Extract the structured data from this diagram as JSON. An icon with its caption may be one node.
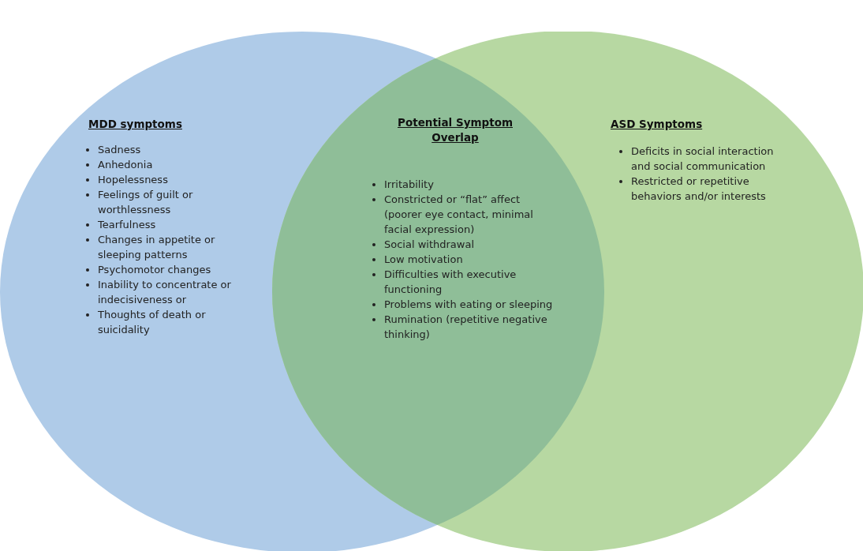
{
  "diagram": {
    "nodes": [
      {
        "text": [
          "MDD symptoms",
          "Sadness",
          "Anhedonia",
          "Hopelessness",
          "Feelings of guilt or worthlessness",
          "Tearfulness",
          "Changes in appetite or sleeping patterns",
          "Psychomotor changes",
          "Inability to concentrate or indecisiveness or",
          "Thoughts of death or suicidality"
        ]
      },
      {
        "text": [
          "ASD Symptoms",
          "Deficits in social interaction and social communication",
          "Restricted or repetitive behaviors and/or interests"
        ]
      },
      {
        "text": [
          "Potential Symptom Overlap",
          "Irritability",
          "Constricted or “flat” affect (poorer eye contact, minimal facial expression)",
          "Social withdrawal",
          "Low motivation",
          "Difficulties with executive functioning",
          "Problems with eating or sleeping",
          "Rumination (repetitive negative thinking)"
        ]
      }
    ],
    "edges": []
  }
}
